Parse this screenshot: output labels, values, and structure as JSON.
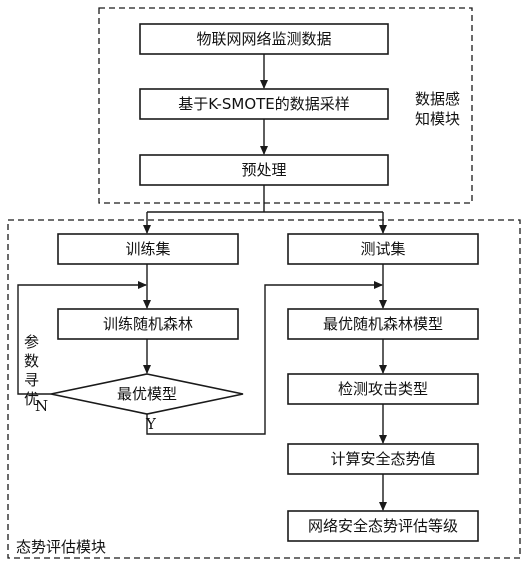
{
  "modules": {
    "perception_line1": "数据感",
    "perception_line2": "知模块",
    "assessment": "态势评估模块"
  },
  "boxes": {
    "iot_data": "物联网网络监测数据",
    "kmote_sampling": "基于K-SMOTE的数据采样",
    "preprocess": "预处理",
    "train_set": "训练集",
    "test_set": "测试集",
    "train_rf": "训练随机森林",
    "best_model": "最优模型",
    "best_rf_model": "最优随机森林模型",
    "detect_attack": "检测攻击类型",
    "compute_value": "计算安全态势值",
    "assess_level": "网络安全态势评估等级"
  },
  "feedback": {
    "chars": [
      "参",
      "数",
      "寻",
      "优"
    ]
  },
  "decision": {
    "no": "N",
    "yes": "Y"
  },
  "colors": {
    "stroke": "#1a1a1a",
    "background": "#ffffff"
  }
}
